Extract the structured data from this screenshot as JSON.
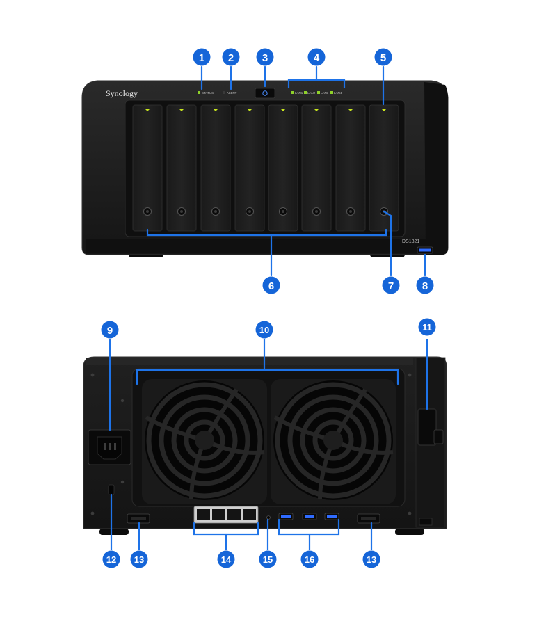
{
  "front": {
    "brand": "Synology",
    "model": "DS1821+",
    "indicators": {
      "status": "STATUS",
      "alert": "ALERT",
      "lan": [
        "LAN1",
        "LAN2",
        "LAN3",
        "LAN4"
      ]
    },
    "drive_bay_count": 8
  },
  "callouts": {
    "c1": "1",
    "c2": "2",
    "c3": "3",
    "c4": "4",
    "c5": "5",
    "c6": "6",
    "c7": "7",
    "c8": "8",
    "c9": "9",
    "c10": "10",
    "c11": "11",
    "c12": "12",
    "c13a": "13",
    "c14": "14",
    "c15": "15",
    "c16": "16",
    "c13b": "13"
  },
  "colors": {
    "callout": "#1565d8",
    "leader": "#1e73e8",
    "chassis": "#1c1c1c",
    "panel": "#111111",
    "drive_led": "#c8e61e",
    "status_led": "#8fd12a",
    "usb_port": "#2f6bff"
  }
}
